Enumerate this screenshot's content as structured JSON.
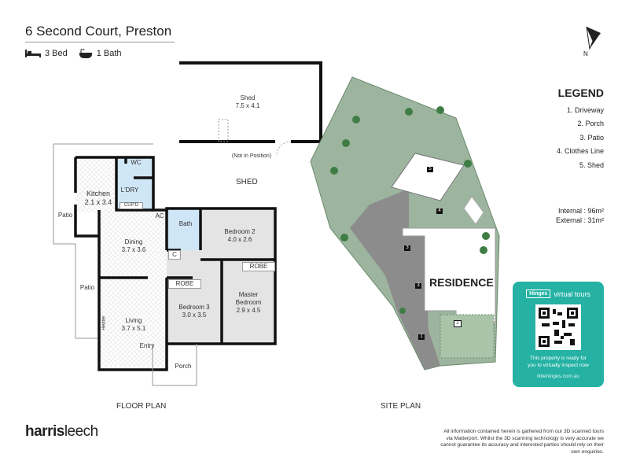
{
  "header": {
    "title": "6 Second Court, Preston",
    "beds": "3 Bed",
    "baths": "1 Bath"
  },
  "compass": {
    "label": "N"
  },
  "floor_plan": {
    "caption": "FLOOR PLAN",
    "rooms": {
      "kitchen": "Kitchen",
      "kitchen_dim": "2.1 x 3.4",
      "wc": "WC",
      "laundry": "L'DRY",
      "cupd": "CUP'D",
      "ac": "AC",
      "bath": "Bath",
      "c": "C",
      "bed2": "Bedroom 2",
      "bed2_dim": "4.0 x 2.6",
      "dining": "Dining",
      "dining_dim": "3.7 x 3.6",
      "robe1": "ROBE",
      "robe2": "ROBE",
      "bed3": "Bedroom 3",
      "bed3_dim": "3.0 x 3.5",
      "master1": "Master",
      "master2": "Bedroom",
      "master_dim": "2.9 x 4.5",
      "living": "Living",
      "living_dim": "3.7 x 5.1",
      "heater": "Heater",
      "entry": "Entry",
      "porch": "Porch",
      "patio1": "Patio",
      "patio2": "Patio"
    }
  },
  "shed": {
    "label": "Shed",
    "dim": "7.5 x 4.1",
    "note": "(Not In Position)",
    "caption": "SHED"
  },
  "site_plan": {
    "caption": "SITE PLAN",
    "residence": "RESIDENCE",
    "markers": [
      "1",
      "2",
      "3",
      "3",
      "4",
      "5"
    ]
  },
  "legend": {
    "title": "LEGEND",
    "items": [
      "1. Driveway",
      "2. Porch",
      "3. Patio",
      "4. Clothes Line",
      "5. Shed"
    ]
  },
  "areas": {
    "internal": "Internal  : 96m²",
    "external": "External : 31m²"
  },
  "virtual_tour": {
    "brand": "Hinges",
    "brand_suffix": "virtual tours",
    "message1": "This property is ready for",
    "message2": "you to virtually inspect now",
    "url": "littlehinges.com.au",
    "color": "#25b2a4"
  },
  "agency": {
    "name_bold": "harris",
    "name_light": "leech"
  },
  "disclaimer": "All information contained herein is gathered from our 3D scanned tours via Matterport. Whilst the 3D scanning technology is very accurate we cannot guarantee its accuracy and interested parties should rely on their own enquiries."
}
